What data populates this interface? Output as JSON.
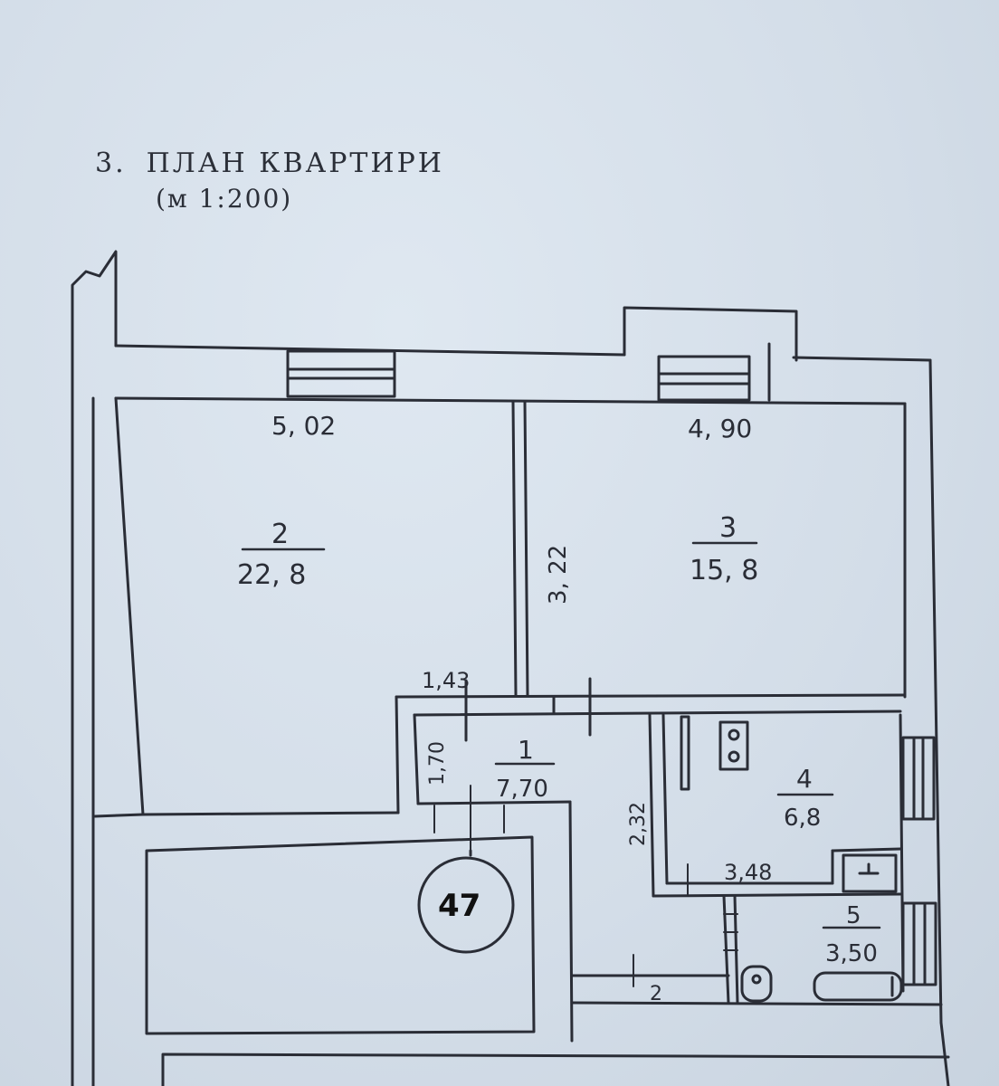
{
  "heading": {
    "number": "3.",
    "title": "ПЛАН  КВАРТИРИ",
    "scale": "(м   1:200)"
  },
  "rooms": [
    {
      "id": "1",
      "area": "7,70"
    },
    {
      "id": "2",
      "area": "22, 8"
    },
    {
      "id": "3",
      "area": "15, 8"
    },
    {
      "id": "4",
      "area": "6,8"
    },
    {
      "id": "5",
      "area": "3,50"
    }
  ],
  "dimensions": {
    "room2_width": "5, 02",
    "room3_width": "4, 90",
    "room3_depth": "3, 22",
    "hall_top": "1,43",
    "hall_side": "1,70",
    "kitchen_side": "2,32",
    "kitchen_bottom": "3,48",
    "corridor": "2"
  },
  "stairwell_number": "47",
  "colors": {
    "paper": "#d6e0ea",
    "ink": "#2a2d36"
  }
}
